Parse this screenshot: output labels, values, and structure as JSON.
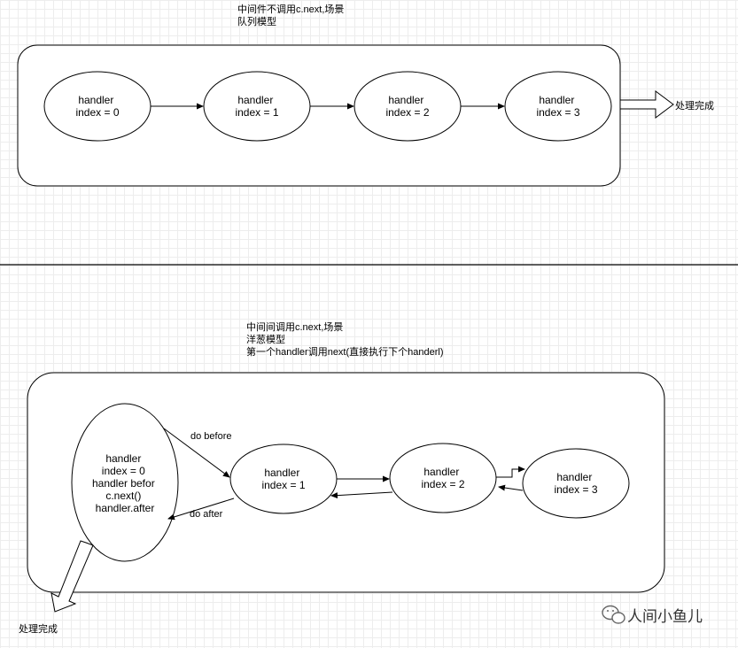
{
  "top": {
    "title_lines": [
      "中间件不调用c.next,场景",
      " 队列模型"
    ],
    "nodes": [
      {
        "lines": [
          "handler",
          "index = 0"
        ]
      },
      {
        "lines": [
          "handler",
          "index = 1"
        ]
      },
      {
        "lines": [
          "handler",
          "index = 2"
        ]
      },
      {
        "lines": [
          "handler",
          "index = 3"
        ]
      }
    ],
    "done_label": "处理完成"
  },
  "bottom": {
    "title_lines": [
      "中间间调用c.next,场景",
      " 洋葱模型",
      "第一个handler调用next(直接执行下个handerl)"
    ],
    "nodes": [
      {
        "lines": [
          "handler",
          "index = 0",
          "handler befor",
          "c.next()",
          "handler.after"
        ]
      },
      {
        "lines": [
          "handler",
          "index = 1"
        ]
      },
      {
        "lines": [
          "handler",
          "index = 2"
        ]
      },
      {
        "lines": [
          "handler",
          "index = 3"
        ]
      }
    ],
    "do_before_label": "do before",
    "do_after_label": "do after",
    "done_label": "处理完成"
  },
  "watermark": {
    "text": "人间小鱼儿",
    "icon": "wechat-icon"
  },
  "colors": {
    "stroke": "#000000",
    "divider": "#000000",
    "grid": "#ededed"
  }
}
